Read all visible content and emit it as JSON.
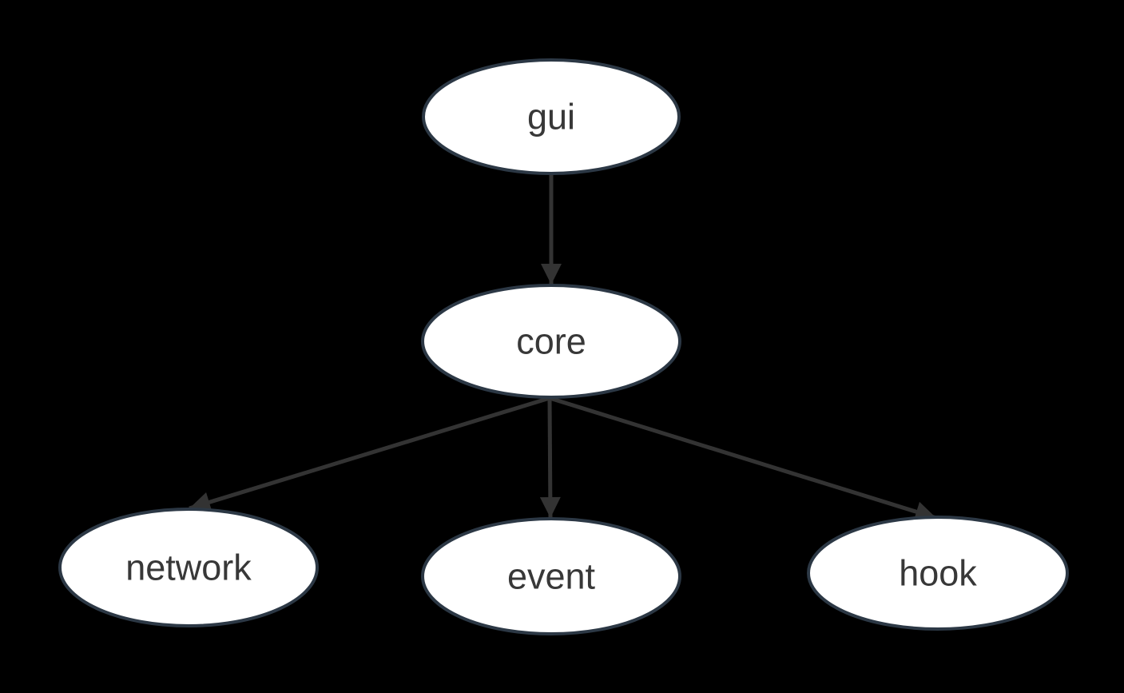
{
  "diagram": {
    "type": "directed-graph",
    "direction": "top-down",
    "nodes": [
      {
        "id": "gui",
        "label": "gui",
        "shape": "ellipse"
      },
      {
        "id": "core",
        "label": "core",
        "shape": "ellipse"
      },
      {
        "id": "network",
        "label": "network",
        "shape": "ellipse"
      },
      {
        "id": "event",
        "label": "event",
        "shape": "ellipse"
      },
      {
        "id": "hook",
        "label": "hook",
        "shape": "ellipse"
      }
    ],
    "edges": [
      {
        "from": "gui",
        "to": "core",
        "style": "solid-arrow"
      },
      {
        "from": "core",
        "to": "network",
        "style": "solid-arrow"
      },
      {
        "from": "core",
        "to": "event",
        "style": "solid-arrow"
      },
      {
        "from": "core",
        "to": "hook",
        "style": "solid-arrow"
      }
    ]
  },
  "colors": {
    "background": "#000000",
    "node_fill": "#ffffff",
    "node_stroke": "#2c3845",
    "edge": "#333333",
    "text": "#383838"
  }
}
